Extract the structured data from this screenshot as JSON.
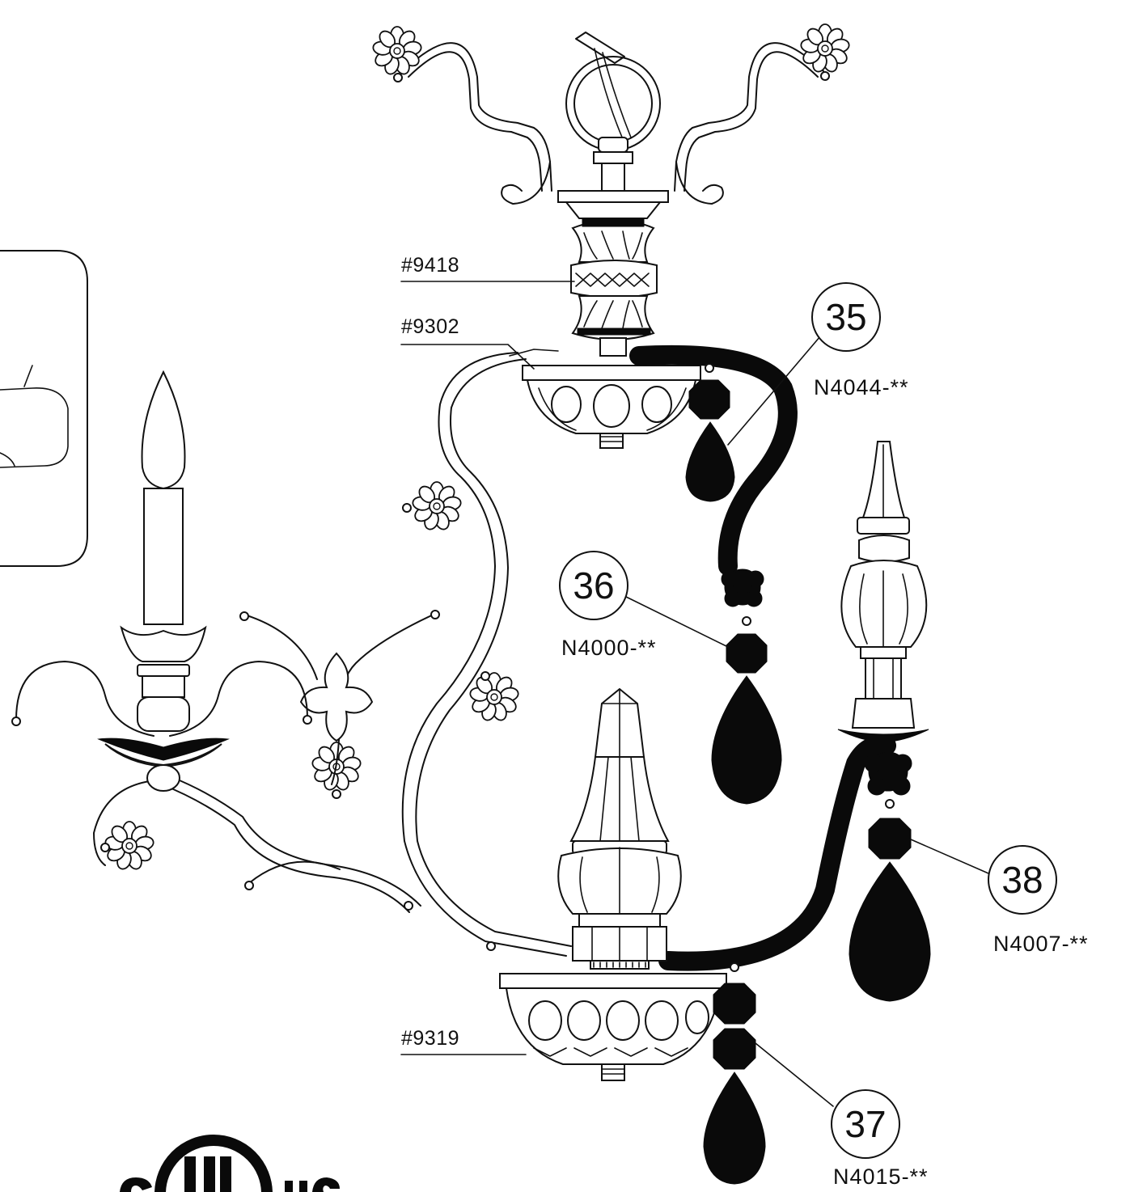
{
  "references": {
    "r9418": "#9418",
    "r9302": "#9302",
    "r9319": "#9319"
  },
  "callouts": [
    {
      "num": "35",
      "code": "N4044-**"
    },
    {
      "num": "36",
      "code": "N4000-**"
    },
    {
      "num": "37",
      "code": "N4015-**"
    },
    {
      "num": "38",
      "code": "N4007-**"
    }
  ],
  "certification_mark": {
    "text": "c UL us",
    "icon": "ul-listed-mark-icon"
  },
  "colors": {
    "ink": "#0a0a0a",
    "paper": "#ffffff"
  }
}
